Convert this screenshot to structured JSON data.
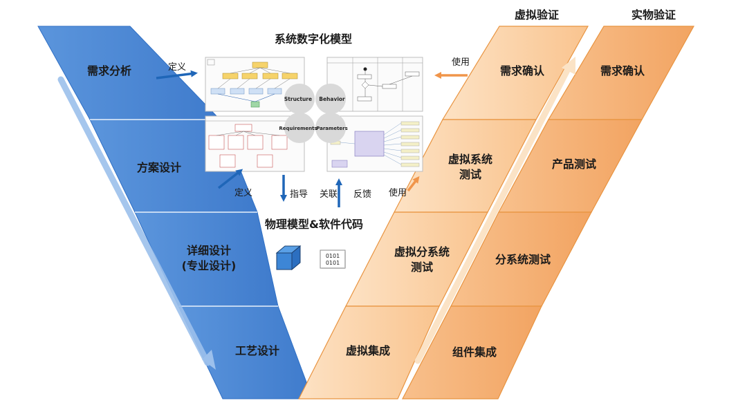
{
  "header": {
    "virtual_verification": "虚拟验证",
    "physical_verification": "实物验证"
  },
  "center": {
    "model_title": "系统数字化模型",
    "views": {
      "structure": "Structure",
      "behavior": "Behavior",
      "requirements": "Requirements",
      "parameters": "Parameters"
    },
    "physical_title": "物理模型&软件代码",
    "binary_icon_text": [
      "0101",
      "0101"
    ]
  },
  "left_v": {
    "stages": [
      {
        "label": "需求分析"
      },
      {
        "label": "方案设计"
      },
      {
        "label": "详细设计",
        "label2": "(专业设计)"
      },
      {
        "label": "工艺设计"
      }
    ]
  },
  "virtual_v": {
    "stages": [
      {
        "label": "需求确认"
      },
      {
        "label": "虚拟系统",
        "label2": "测试"
      },
      {
        "label": "虚拟分系统",
        "label2": "测试"
      },
      {
        "label": "虚拟集成"
      }
    ]
  },
  "physical_v": {
    "stages": [
      {
        "label": "需求确认"
      },
      {
        "label": "产品测试"
      },
      {
        "label": "分系统测试"
      },
      {
        "label": "组件集成"
      }
    ]
  },
  "arrows": {
    "define_top": "定义",
    "define_mid": "定义",
    "guide": "指导",
    "associate": "关联",
    "feedback": "反馈",
    "use_top": "使用",
    "use_mid": "使用"
  },
  "colors": {
    "blue": "#4a86d4",
    "blue_dark": "#2f6fc4",
    "virtual_orange": "#fbcc9c",
    "physical_orange": "#f5ac70",
    "orange_border": "#e8933f",
    "arrow_blue": "#1f66b8",
    "arrow_orange": "#f0954a"
  }
}
